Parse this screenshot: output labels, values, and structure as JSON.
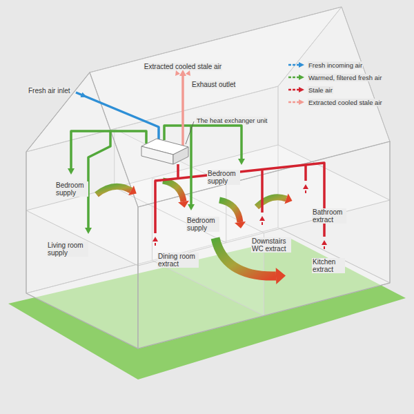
{
  "diagram": {
    "labels": [
      "Extracted cooled stale air",
      "Exhaust outlet",
      "Fresh air inlet",
      "The heat exchanger unit",
      "Bedroom supply",
      "Bedroom supply",
      "Bathroom extract",
      "Bedroom supply",
      "Downstairs WC extract",
      "Living room supply",
      "Dining room extract",
      "Kitchen extract"
    ],
    "legend": [
      {
        "text": "Fresh incoming air",
        "color": "#2e8fd6"
      },
      {
        "text": "Warmed, filtered fresh air",
        "color": "#52a83a"
      },
      {
        "text": "Stale air",
        "color": "#d3222f"
      },
      {
        "text": "Extracted cooled stale air",
        "color": "#f29a92"
      }
    ]
  }
}
